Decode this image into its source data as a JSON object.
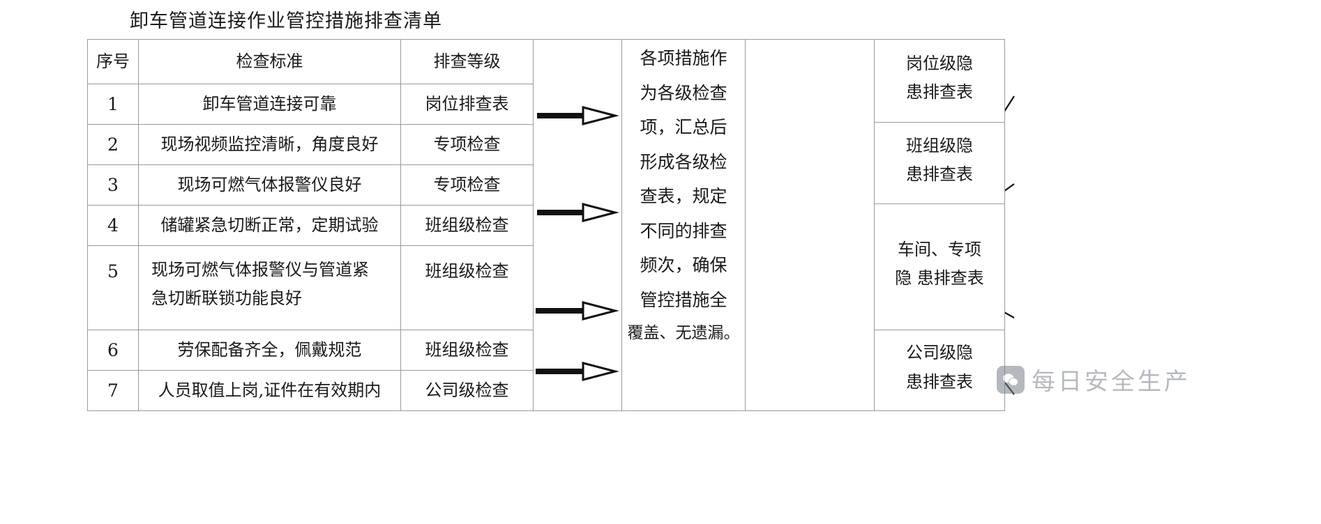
{
  "document": {
    "title": "卸车管道连接作业管控措施排查清单"
  },
  "checklist_table": {
    "headers": {
      "no": "序号",
      "standard": "检查标准",
      "level": "排查等级"
    },
    "rows": [
      {
        "no": "1",
        "standard_line1": "卸车管道连接可靠",
        "standard_line2": "",
        "level": "岗位排查表"
      },
      {
        "no": "2",
        "standard_line1": "现场视频监控清晰，角度良好",
        "standard_line2": "",
        "level": "专项检查"
      },
      {
        "no": "3",
        "standard_line1": "现场可燃气体报警仪良好",
        "standard_line2": "",
        "level": "专项检查"
      },
      {
        "no": "4",
        "standard_line1": "储罐紧急切断正常，定期试验",
        "standard_line2": "",
        "level": "班组级检查"
      },
      {
        "no": "5",
        "standard_line1": "现场可燃气体报警仪与管道紧",
        "standard_line2": "急切断联锁功能良好",
        "level": "班组级检查"
      },
      {
        "no": "6",
        "standard_line1": "劳保配备齐全，佩戴规范",
        "standard_line2": "",
        "level": "班组级检查"
      },
      {
        "no": "7",
        "standard_line1": "人员取值上岗,证件在有效期内",
        "standard_line2": "",
        "level": "公司级检查"
      }
    ]
  },
  "summary_block": {
    "lines": [
      "各项措施作",
      "为各级检查",
      "项，汇总后",
      "形成各级检",
      "查表，规定",
      "不同的排查",
      "频次，确保",
      "管控措施全",
      "覆盖、无遗漏。"
    ],
    "full_text": "各项措施作为各级检查项，汇总后形成各级检查表，规定不同的排查频次，确保管控措施全覆盖、无遗漏。"
  },
  "output_forms": [
    {
      "line1": "岗位级隐",
      "line2": "患排查表"
    },
    {
      "line1": "班组级隐",
      "line2": "患排查表"
    },
    {
      "line1": "车间、专项",
      "line2": "隐 患排查表"
    },
    {
      "line1": "公司级隐",
      "line2": "患排查表"
    }
  ],
  "connectors": {
    "arrow_count": 4,
    "converge_line_count": 4
  },
  "watermark": {
    "text": "每日安全生产",
    "icon": "wechat-icon",
    "color": "#7c8189"
  },
  "colors": {
    "border": "#9a9a9a",
    "text": "#1a1a1a",
    "background": "#ffffff"
  }
}
